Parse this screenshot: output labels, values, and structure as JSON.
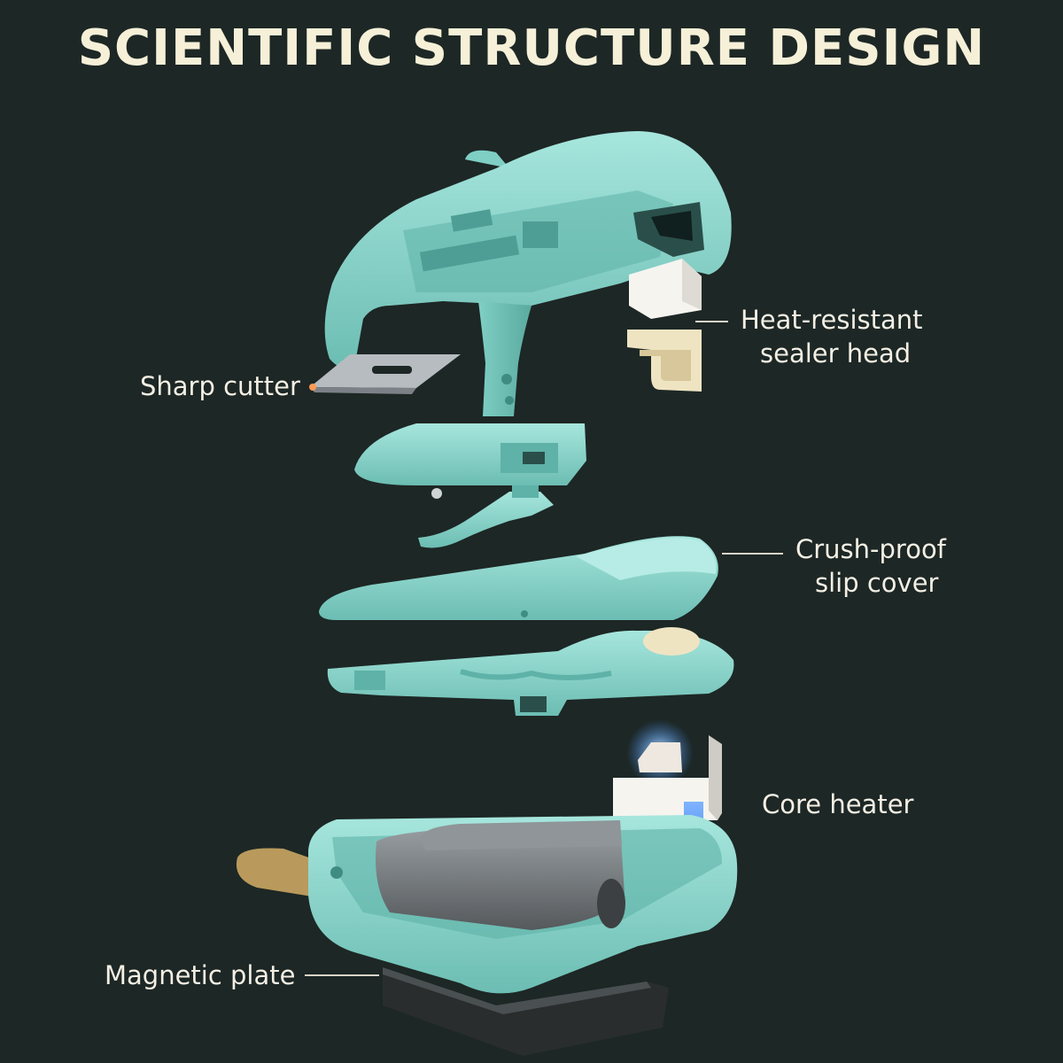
{
  "title": "SCIENTIFIC STRUCTURE DESIGN",
  "colors": {
    "background": "#1d2725",
    "part": "#8fd8cf",
    "part_shadow": "#5fb2a8",
    "part_dark": "#3f8c83",
    "label_text": "#f3efe4",
    "title_text": "#f6f0d8",
    "heat": "#f3a040",
    "cool": "#3a7fe8",
    "strap": "#b99a5c"
  },
  "callouts": {
    "sealer_head": [
      "Heat-resistant",
      "sealer head"
    ],
    "cutter": [
      "Sharp cutter"
    ],
    "slip_cover": [
      "Crush-proof",
      "slip cover"
    ],
    "core_heater": [
      "Core heater"
    ],
    "magnetic_plate": [
      "Magnetic plate"
    ]
  },
  "icons": {
    "top_lid": "top-lid-part",
    "blade": "cutter-blade",
    "hinge": "hinge-part",
    "cover": "slip-cover-part",
    "frame": "inner-frame-part",
    "heater": "heater-element",
    "base": "battery-base-part",
    "magnet": "magnetic-plate-part"
  }
}
